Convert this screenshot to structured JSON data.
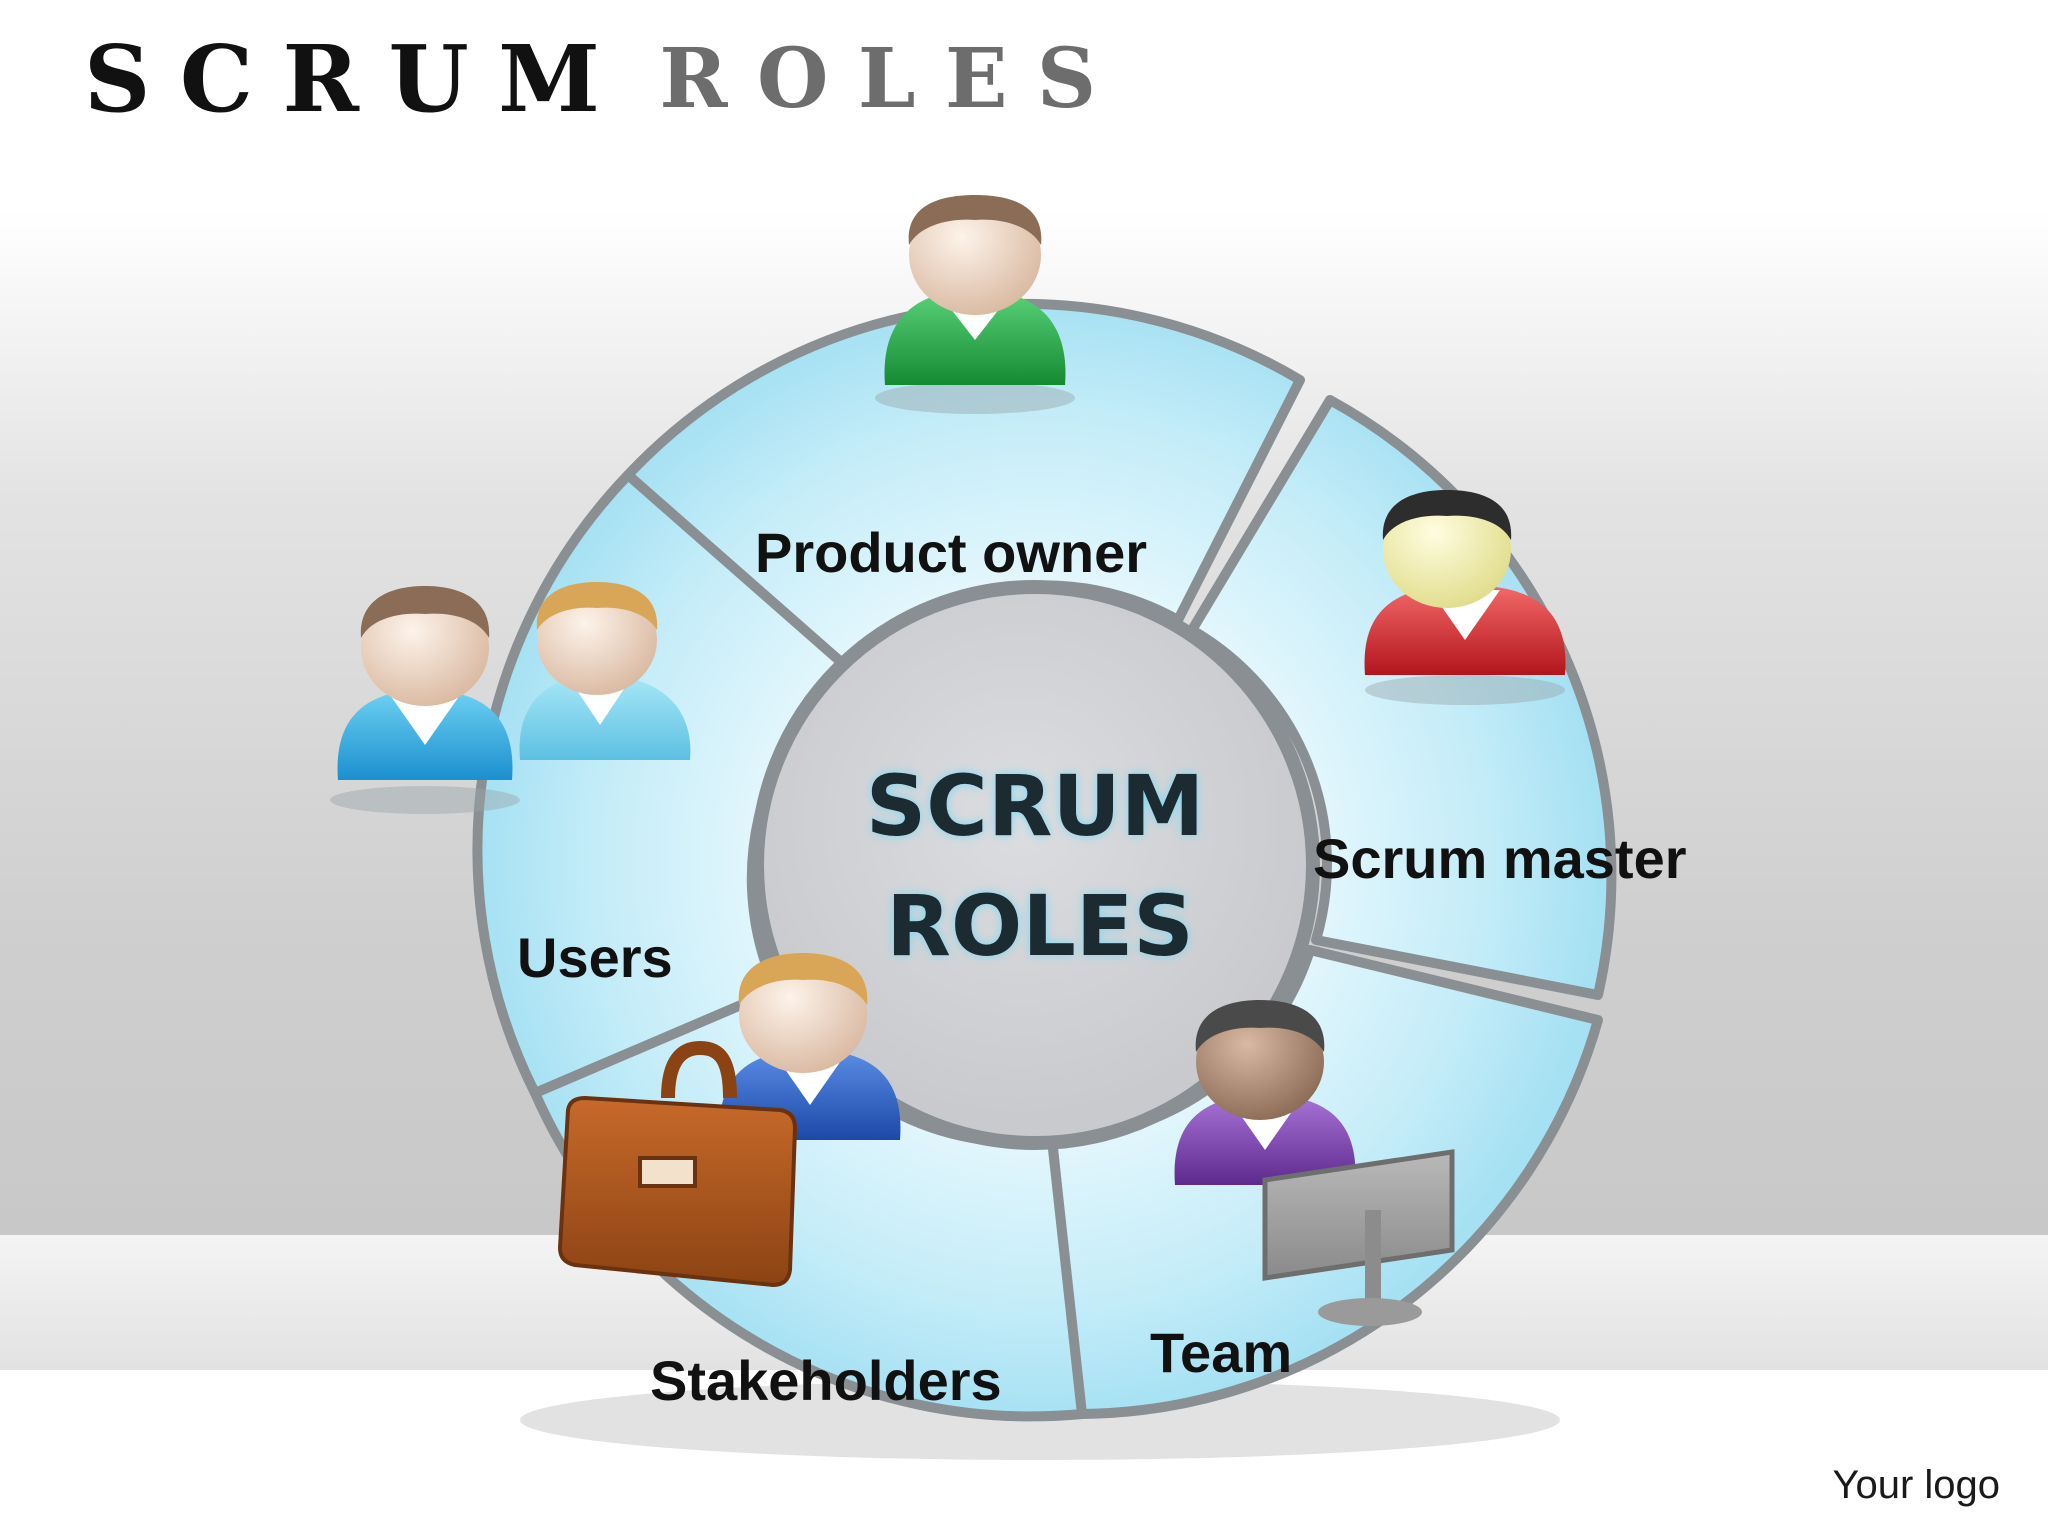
{
  "title": {
    "part1": "SCRUM",
    "part2": "ROLES"
  },
  "center": {
    "line1": "SCRUM",
    "line2": "ROLES"
  },
  "segments": [
    {
      "label": "Product owner",
      "icon": "person-green-icon"
    },
    {
      "label": "Scrum master",
      "icon": "person-red-icon"
    },
    {
      "label": "Team",
      "icon": "person-purple-computer-icon"
    },
    {
      "label": "Stakeholders",
      "icon": "person-blue-briefcase-icon"
    },
    {
      "label": "Users",
      "icon": "two-persons-blue-icon"
    }
  ],
  "footer": {
    "logo": "Your logo"
  },
  "colors": {
    "ring": "#bdeaf6",
    "ring_edge": "#8a8f93",
    "center_disk": "#cfd0d3",
    "product_owner": "#2a9d45",
    "scrum_master": "#d9272d",
    "team": "#7b3aa6",
    "stakeholders": "#2a5fbf",
    "users": "#2aa0d8",
    "briefcase": "#a5521a"
  }
}
